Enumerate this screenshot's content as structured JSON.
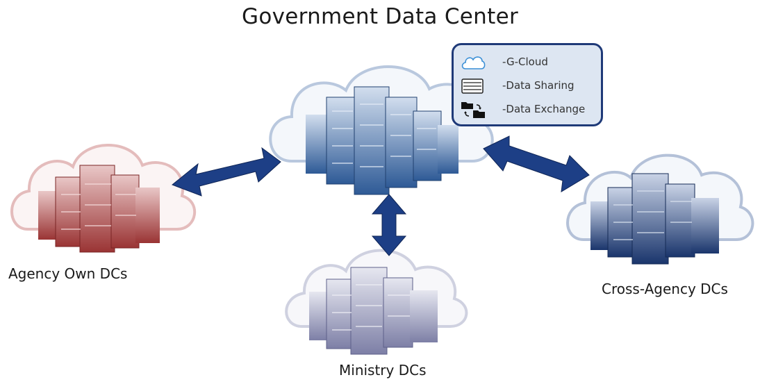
{
  "title": "Government Data Center",
  "legend": {
    "items": [
      {
        "label": "-G-Cloud",
        "icon": "cloud-icon"
      },
      {
        "label": "-Data Sharing",
        "icon": "database-icon"
      },
      {
        "label": "-Data Exchange",
        "icon": "folder-exchange-icon"
      }
    ]
  },
  "nodes": {
    "center": {
      "color": "#3d6aa8"
    },
    "agency": {
      "label": "Agency Own DCs",
      "color": "#b34a4a"
    },
    "cross": {
      "label": "Cross-Agency DCs",
      "color": "#23447f"
    },
    "ministry": {
      "label": "Ministry DCs",
      "color": "#8a8cb0"
    }
  },
  "colors": {
    "arrow": "#1d3f86",
    "legend_border": "#1f3a78",
    "legend_bg": "#dde6f2"
  }
}
